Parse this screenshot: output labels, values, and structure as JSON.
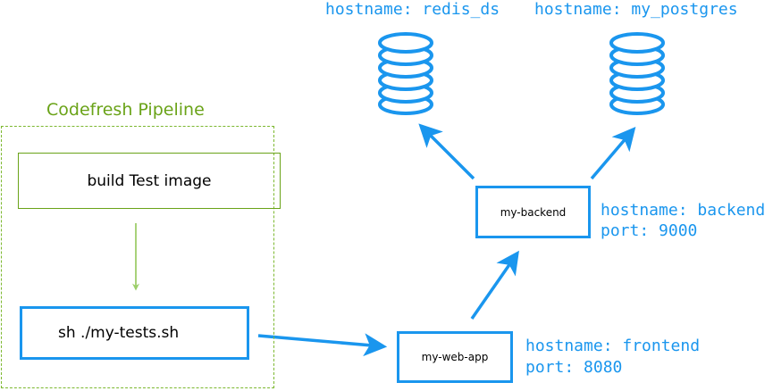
{
  "pipeline": {
    "title": "Codefresh Pipeline",
    "build_step": "build Test image",
    "test_step": "sh ./my-tests.sh"
  },
  "services": {
    "web_app": {
      "name": "my-web-app",
      "hostname": "hostname: frontend",
      "port": "port: 8080"
    },
    "backend": {
      "name": "my-backend",
      "hostname": "hostname: backend",
      "port": "port: 9000"
    },
    "redis": {
      "hostname": "hostname: redis_ds",
      "icon": "database-icon"
    },
    "postgres": {
      "hostname": "hostname: my_postgres",
      "icon": "database-icon"
    }
  },
  "colors": {
    "pipeline_green": "#6aa318",
    "service_blue": "#1a96ee"
  }
}
